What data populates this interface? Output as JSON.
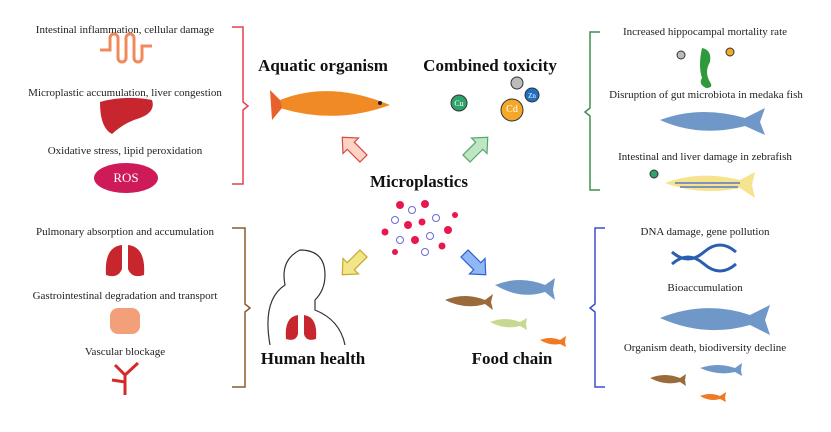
{
  "center": {
    "title": "Microplastics"
  },
  "aquatic": {
    "title": "Aquatic organism",
    "effects": [
      "Intestinal inflammation, cellular damage",
      "Microplastic accumulation, liver congestion",
      "Oxidative stress, lipid peroxidation"
    ],
    "ros_label": "ROS",
    "color": "#e0424f"
  },
  "toxicity": {
    "title": "Combined toxicity",
    "metals": [
      "Cu",
      "Cd",
      "Zn"
    ],
    "effects": [
      "Increased hippocampal mortality rate",
      "Disruption of gut microbiota in medaka fish",
      "Intestinal and liver damage in zebrafish"
    ],
    "color": "#3f8f4f"
  },
  "human": {
    "title": "Human health",
    "effects": [
      "Pulmonary absorption and accumulation",
      "Gastrointestinal degradation and transport",
      "Vascular blockage"
    ],
    "color": "#8a5a2b"
  },
  "food": {
    "title": "Food chain",
    "effects": [
      "DNA damage, gene pollution",
      "Bioaccumulation",
      "Organism death, biodiversity decline"
    ],
    "color": "#3a4fd0"
  }
}
